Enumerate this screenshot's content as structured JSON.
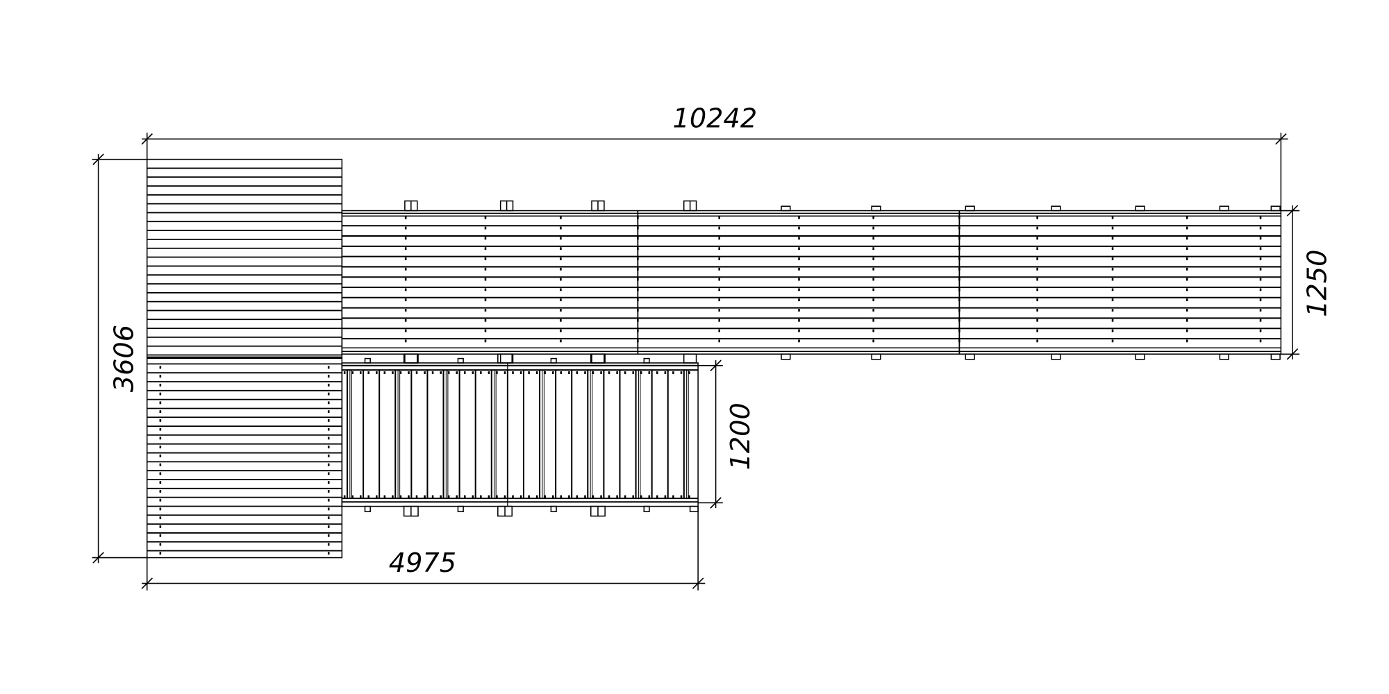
{
  "drawing": {
    "title": "Deck plan",
    "line_color": "#000000",
    "background": "#ffffff"
  },
  "dimensions": {
    "overall_length": "10242",
    "overall_width": "3606",
    "main_deck_width": "1250",
    "side_deck_width": "1200",
    "side_length": "4975"
  }
}
